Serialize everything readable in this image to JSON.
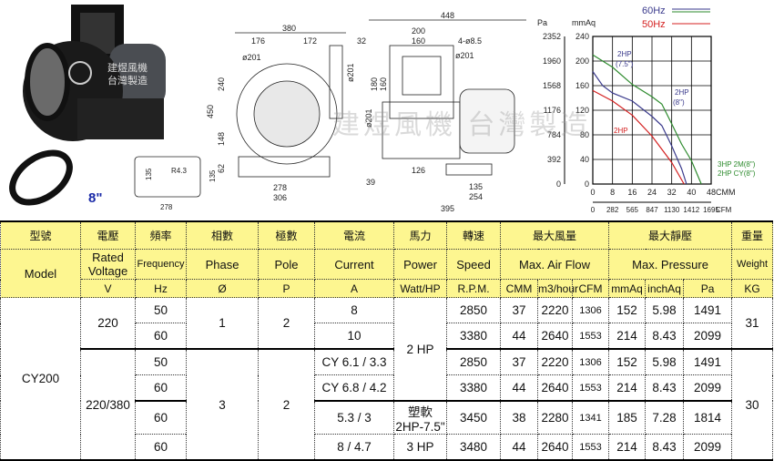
{
  "product": {
    "size_label": "8\"",
    "watermark": "建煜風機 台灣製造",
    "photo_watermark_1": "建煜風機",
    "photo_watermark_2": "台灣製造"
  },
  "drawing_front": {
    "d380": "380",
    "d176": "176",
    "d172": "172",
    "d32": "32",
    "d201a": "ø201",
    "d201b": "ø201",
    "d240": "240",
    "d450": "450",
    "d148": "148",
    "d62": "62",
    "d278": "278",
    "d306": "306"
  },
  "drawing_side": {
    "d448": "448",
    "d200": "200",
    "d160": "160",
    "holes": "4-ø8.5",
    "d201a": "ø201",
    "d180": "180",
    "d160b": "160",
    "d201b": "ø201",
    "d39": "39",
    "d126": "126",
    "d135": "135",
    "d254": "254",
    "d395": "395"
  },
  "drawing_base": {
    "d135a": "135",
    "r": "R4.3",
    "d135b": "135",
    "d278": "278"
  },
  "chart_data": {
    "type": "line",
    "legend": [
      {
        "name": "60Hz",
        "colors": [
          "#3a3a8c",
          "#2e8b2e"
        ]
      },
      {
        "name": "50Hz",
        "colors": [
          "#d42020"
        ]
      }
    ],
    "y_left_label": "Pa",
    "y_right_label": "mmAq",
    "xlabel": "CMM",
    "x2label": "CFM",
    "y_pa_ticks": [
      "0",
      "392",
      "784",
      "1176",
      "1568",
      "1960",
      "2352"
    ],
    "y_mmaq_ticks": [
      "0",
      "40",
      "80",
      "120",
      "160",
      "200",
      "240"
    ],
    "x_cmm_ticks": [
      "0",
      "8",
      "16",
      "24",
      "32",
      "40",
      "48"
    ],
    "x_cfm_ticks": [
      "0",
      "282",
      "565",
      "847",
      "1130",
      "1412",
      "1695"
    ],
    "xlim": [
      0,
      48
    ],
    "ylim": [
      0,
      240
    ],
    "series": [
      {
        "name": "3HP 2M(8\") / 2HP CY(8\") 60Hz",
        "color": "#2e8b2e",
        "x": [
          0,
          8,
          16,
          24,
          28,
          32,
          36,
          40,
          44
        ],
        "y": [
          210,
          190,
          162,
          142,
          130,
          98,
          65,
          38,
          0
        ]
      },
      {
        "name": "2HP (7.5\") 60Hz",
        "color": "#3a3a8c",
        "x": [
          0,
          4,
          8,
          16,
          24,
          28,
          32,
          36,
          38
        ],
        "y": [
          183,
          160,
          148,
          135,
          110,
          95,
          62,
          25,
          0
        ]
      },
      {
        "name": "2HP 50Hz",
        "color": "#d42020",
        "x": [
          0,
          8,
          16,
          24,
          32,
          37
        ],
        "y": [
          152,
          135,
          112,
          78,
          35,
          0
        ]
      }
    ],
    "annotations": {
      "a1": "2HP",
      "a1b": "(7.5\")",
      "a2": "2HP",
      "a2b": "(8\")",
      "a3": "2HP",
      "a4": "3HP 2M(8\")",
      "a5": "2HP CY(8\")"
    }
  },
  "table": {
    "h1": [
      "型號",
      "電壓",
      "頻率",
      "相數",
      "極數",
      "電流",
      "馬力",
      "轉速",
      "最大風量",
      "最大靜壓",
      "重量"
    ],
    "h2": [
      "Model",
      "Rated Voltage",
      "Frequency",
      "Phase",
      "Pole",
      "Current",
      "Power",
      "Speed",
      "Max. Air Flow",
      "Max. Pressure",
      "Weight"
    ],
    "h3": [
      "V",
      "Hz",
      "Ø",
      "P",
      "A",
      "Watt/HP",
      "R.P.M.",
      "CMM",
      "m3/hour",
      "CFM",
      "mmAq",
      "inchAq",
      "Pa",
      "KG"
    ],
    "model": "CY200",
    "g1": {
      "voltage": "220",
      "phase": "1",
      "pole": "2",
      "weight": "31",
      "power": "2 HP"
    },
    "g2": {
      "voltage": "220/380",
      "phase": "3",
      "pole": "2",
      "weight": "30"
    },
    "rows": [
      {
        "hz": "50",
        "a": "8",
        "rpm": "2850",
        "cmm": "37",
        "m3": "2220",
        "cfm": "1306",
        "mmaq": "152",
        "inch": "5.98",
        "pa": "1491"
      },
      {
        "hz": "60",
        "a": "10",
        "rpm": "3380",
        "cmm": "44",
        "m3": "2640",
        "cfm": "1553",
        "mmaq": "214",
        "inch": "8.43",
        "pa": "2099"
      },
      {
        "hz": "50",
        "a": "CY 6.1 / 3.3",
        "rpm": "2850",
        "cmm": "37",
        "m3": "2220",
        "cfm": "1306",
        "mmaq": "152",
        "inch": "5.98",
        "pa": "1491"
      },
      {
        "hz": "60",
        "a": "CY 6.8 / 4.2",
        "rpm": "3380",
        "cmm": "44",
        "m3": "2640",
        "cfm": "1553",
        "mmaq": "214",
        "inch": "8.43",
        "pa": "2099"
      },
      {
        "hz": "60",
        "a": "5.3 / 3",
        "power": "塑軟2HP-7.5\"",
        "rpm": "3450",
        "cmm": "38",
        "m3": "2280",
        "cfm": "1341",
        "mmaq": "185",
        "inch": "7.28",
        "pa": "1814"
      },
      {
        "hz": "60",
        "a": "8 / 4.7",
        "power": "3 HP",
        "rpm": "3480",
        "cmm": "44",
        "m3": "2640",
        "cfm": "1553",
        "mmaq": "214",
        "inch": "8.43",
        "pa": "2099"
      }
    ]
  }
}
